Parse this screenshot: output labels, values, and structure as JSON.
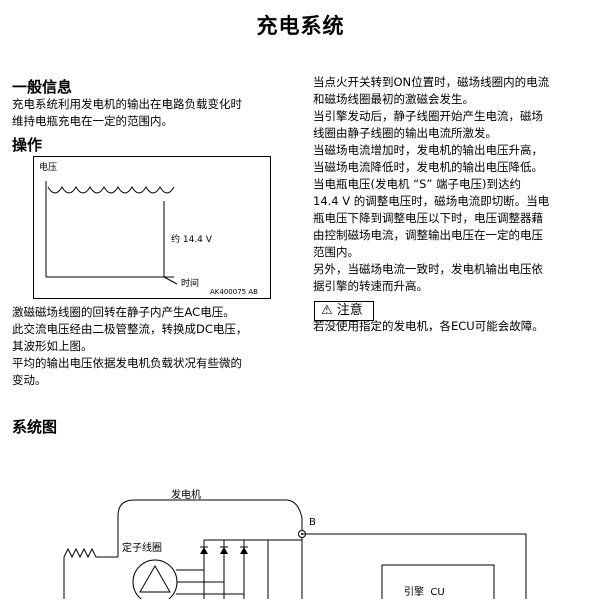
{
  "title": "充电系统",
  "general": {
    "heading": "一般信息",
    "lines": [
      "充电系统利用发电机的输出在电路负载变化时",
      "维持电瓶充电在一定的范围内。"
    ]
  },
  "operation": {
    "heading": "操作",
    "chart": {
      "ylabel": "电压",
      "xlabel": "时间",
      "voltage_label": "约 14.4 V",
      "figure_id": "AK400075 AB"
    },
    "lines": [
      "激磁磁场线圈的回转在静子内产生AC电压。",
      "此交流电压经由二极管整流，转换成DC电压，",
      "其波形如上图。",
      "平均的输出电压依据发电机负载状况有些微的",
      "变动。"
    ]
  },
  "right_column": {
    "lines": [
      "当点火开关转到ON位置时，磁场线圈内的电流",
      "和磁场线圈最初的激磁会发生。",
      "当引擎发动后，静子线圈开始产生电流，磁场",
      "线圈由静子线圈的输出电流所激发。",
      "当磁场电流增加时，发电机的输出电压升高，",
      "当磁场电流降低时，发电机的输出电压降低。",
      "当电瓶电压(发电机 “S” 端子电压)到达约",
      "14.4 V 的调整电压时，磁场电流即切断。当电",
      "瓶电压下降到调整电压以下时，电压调整器藉",
      "由控制磁场电流，调整输出电压在一定的电压",
      "范围内。",
      "另外，当磁场电流一致时，发电机输出电压依",
      "据引擎的转速而升高。"
    ],
    "caution_label": "注意",
    "caution_text": "若没使用指定的发电机，各ECU可能会故障。"
  },
  "system_diagram": {
    "heading": "系统图",
    "generator_label": "发电机",
    "stator_label": "定子线圈",
    "terminal_b": "B",
    "ecu_label": "引擎  CU"
  }
}
